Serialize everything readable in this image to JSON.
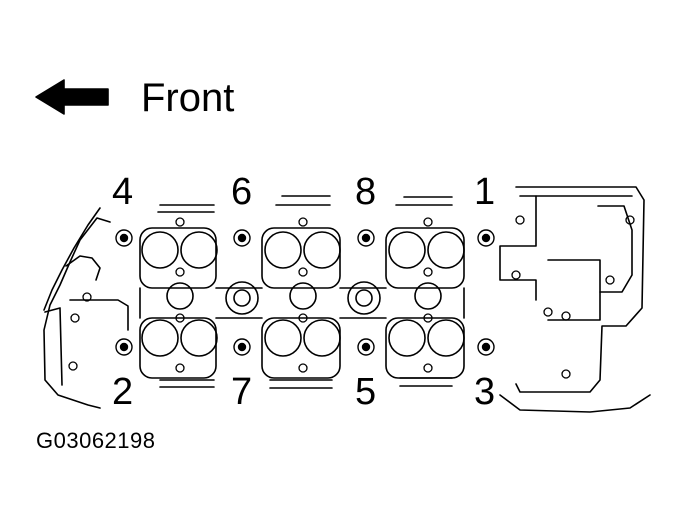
{
  "direction": {
    "arrow_icon": "left-arrow-icon",
    "label": "Front"
  },
  "bolt_sequence": {
    "upper_row": [
      "4",
      "6",
      "8",
      "1"
    ],
    "lower_row": [
      "2",
      "7",
      "5",
      "3"
    ]
  },
  "figure_code": "G03062198"
}
